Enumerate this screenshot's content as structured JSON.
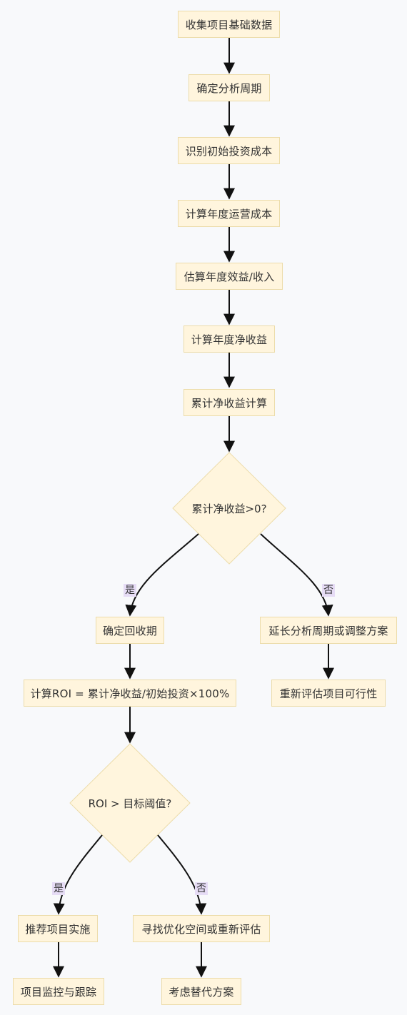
{
  "colors": {
    "background": "#f8f9fb",
    "node_fill": "#fff5dd",
    "node_border": "#ecdcaa",
    "edge": "#111111",
    "edge_label_bg": "#e6dcf5"
  },
  "nodes": {
    "collect_data": "收集项目基础数据",
    "determine_period": "确定分析周期",
    "identify_initial_cost": "识别初始投资成本",
    "calc_annual_operating_cost": "计算年度运营成本",
    "estimate_annual_revenue": "估算年度效益/收入",
    "calc_annual_net_benefit": "计算年度净收益",
    "cumulative_net_benefit_calc": "累计净收益计算",
    "decision_cumulative_positive": "累计净收益>0?",
    "determine_payback_period": "确定回收期",
    "extend_period_or_adjust": "延长分析周期或调整方案",
    "reevaluate_feasibility": "重新评估项目可行性",
    "calc_roi": "计算ROI = 累计净收益/初始投资×100%",
    "decision_roi_threshold": "ROI > 目标阈值?",
    "recommend_implementation": "推荐项目实施",
    "seek_optimization": "寻找优化空间或重新评估",
    "monitor_and_track": "项目监控与跟踪",
    "consider_alternatives": "考虑替代方案"
  },
  "edge_labels": {
    "yes_1": "是",
    "no_1": "否",
    "yes_2": "是",
    "no_2": "否"
  }
}
